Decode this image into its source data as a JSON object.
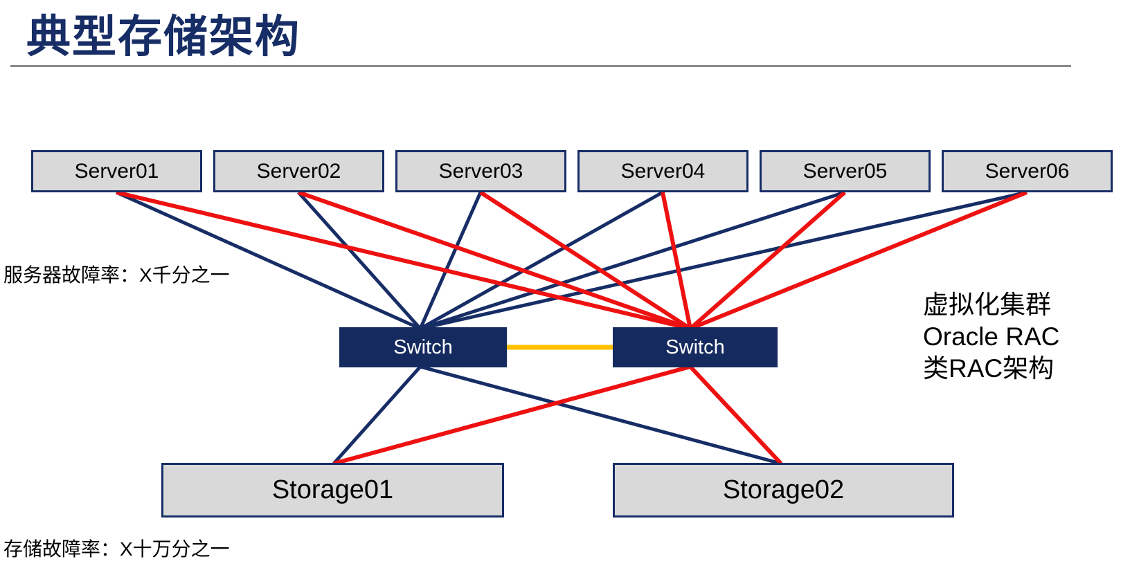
{
  "title": "典型存储架构",
  "labels": {
    "server_failure_rate": "服务器故障率：X千分之一",
    "storage_failure_rate": "存储故障率：X十万分之一"
  },
  "annotation": {
    "lines": [
      "虚拟化集群",
      "Oracle RAC",
      "类RAC架构"
    ]
  },
  "nodes": {
    "servers": [
      {
        "id": "server01",
        "label": "Server01"
      },
      {
        "id": "server02",
        "label": "Server02"
      },
      {
        "id": "server03",
        "label": "Server03"
      },
      {
        "id": "server04",
        "label": "Server04"
      },
      {
        "id": "server05",
        "label": "Server05"
      },
      {
        "id": "server06",
        "label": "Server06"
      }
    ],
    "switches": [
      {
        "id": "switch-a",
        "label": "Switch"
      },
      {
        "id": "switch-b",
        "label": "Switch"
      }
    ],
    "storages": [
      {
        "id": "storage01",
        "label": "Storage01"
      },
      {
        "id": "storage02",
        "label": "Storage02"
      }
    ]
  },
  "colors": {
    "navy": "#172d66",
    "red": "#ee1111",
    "gold": "#ffc000",
    "box_fill": "#d9d9d9",
    "box_border": "#172d66",
    "switch_fill": "#152a5e",
    "divider": "#8a8a8a",
    "text": "#000000",
    "title": "#172d66"
  },
  "connections": [
    {
      "from": "server01",
      "from_anchor": "bottom",
      "to": "switch-a",
      "to_anchor": "top",
      "color": "navy"
    },
    {
      "from": "server02",
      "from_anchor": "bottom",
      "to": "switch-a",
      "to_anchor": "top",
      "color": "navy"
    },
    {
      "from": "server03",
      "from_anchor": "bottom",
      "to": "switch-a",
      "to_anchor": "top",
      "color": "navy"
    },
    {
      "from": "server04",
      "from_anchor": "bottom",
      "to": "switch-a",
      "to_anchor": "top",
      "color": "navy"
    },
    {
      "from": "server05",
      "from_anchor": "bottom",
      "to": "switch-a",
      "to_anchor": "top",
      "color": "navy"
    },
    {
      "from": "server06",
      "from_anchor": "bottom",
      "to": "switch-a",
      "to_anchor": "top",
      "color": "navy"
    },
    {
      "from": "switch-a",
      "from_anchor": "bottom",
      "to": "storage01",
      "to_anchor": "top",
      "color": "navy"
    },
    {
      "from": "switch-a",
      "from_anchor": "bottom",
      "to": "storage02",
      "to_anchor": "top",
      "color": "navy"
    },
    {
      "from": "server01",
      "from_anchor": "bottom",
      "to": "switch-b",
      "to_anchor": "top",
      "color": "red"
    },
    {
      "from": "server02",
      "from_anchor": "bottom",
      "to": "switch-b",
      "to_anchor": "top",
      "color": "red"
    },
    {
      "from": "server03",
      "from_anchor": "bottom",
      "to": "switch-b",
      "to_anchor": "top",
      "color": "red"
    },
    {
      "from": "server04",
      "from_anchor": "bottom",
      "to": "switch-b",
      "to_anchor": "top",
      "color": "red"
    },
    {
      "from": "server05",
      "from_anchor": "bottom",
      "to": "switch-b",
      "to_anchor": "top",
      "color": "red"
    },
    {
      "from": "server06",
      "from_anchor": "bottom",
      "to": "switch-b",
      "to_anchor": "top",
      "color": "red"
    },
    {
      "from": "switch-b",
      "from_anchor": "bottom",
      "to": "storage01",
      "to_anchor": "top",
      "color": "red"
    },
    {
      "from": "switch-b",
      "from_anchor": "bottom",
      "to": "storage02",
      "to_anchor": "top",
      "color": "red"
    },
    {
      "from": "switch-a",
      "from_anchor": "right",
      "to": "switch-b",
      "to_anchor": "left",
      "color": "gold"
    }
  ]
}
